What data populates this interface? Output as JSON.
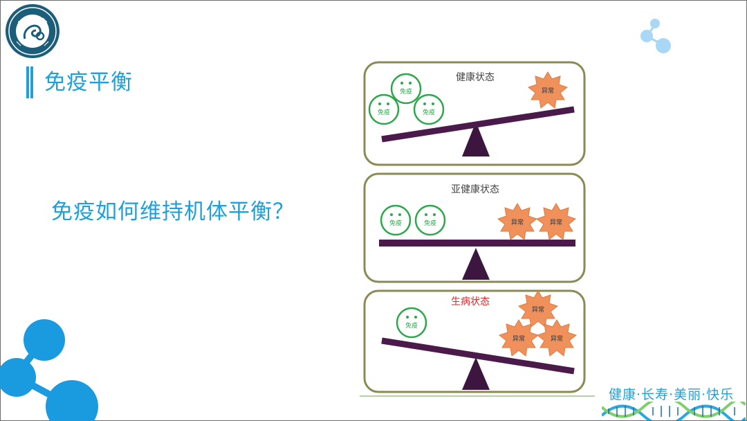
{
  "slide": {
    "title": "免疫平衡",
    "question": "免疫如何维持机体平衡？",
    "slogan": "健康·长寿·美丽·快乐"
  },
  "panels": [
    {
      "label": "健康状态",
      "label_color": "#444444",
      "immune_count": 3,
      "abnormal_count": 1,
      "tilt": "right-up"
    },
    {
      "label": "亚健康状态",
      "label_color": "#444444",
      "immune_count": 2,
      "abnormal_count": 2,
      "tilt": "level"
    },
    {
      "label": "生病状态",
      "label_color": "#d42a2a",
      "immune_count": 1,
      "abnormal_count": 3,
      "tilt": "right-down"
    }
  ],
  "tokens": {
    "immune": "免疫",
    "abnormal": "异常"
  },
  "icons": [
    "company-logo-seal",
    "molecule-decoration",
    "dna-helix-decoration"
  ],
  "colors": {
    "accent": "#1ea1d9",
    "panel_border": "#8a8a55",
    "beam": "#4a1a4a",
    "immune": "#2aa84a",
    "abnormal": "#f0905a"
  }
}
